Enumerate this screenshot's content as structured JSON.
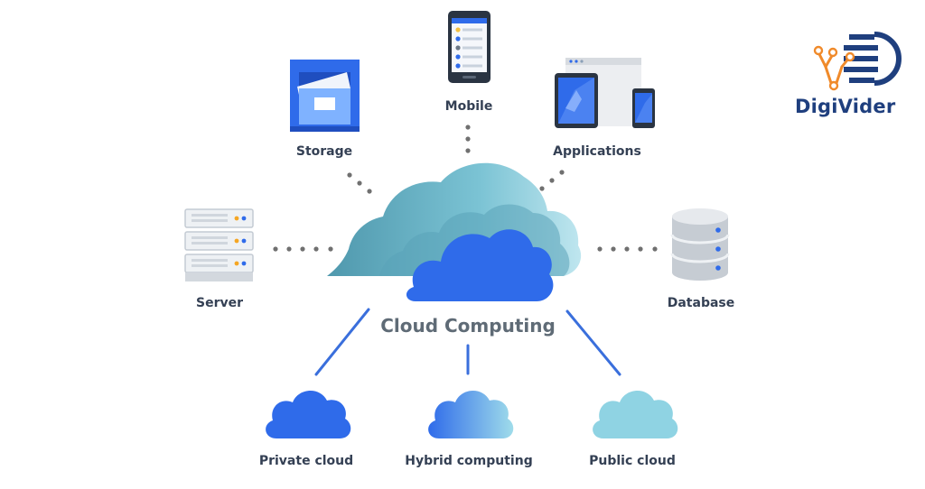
{
  "brand": {
    "name": "DigiVider"
  },
  "hub": {
    "label": "Cloud Computing"
  },
  "nodes": {
    "mobile": "Mobile",
    "storage": "Storage",
    "applications": "Applications",
    "server": "Server",
    "database": "Database"
  },
  "cloud_types": {
    "private": "Private cloud",
    "hybrid": "Hybrid computing",
    "public": "Public cloud"
  },
  "colors": {
    "primary_blue": "#2f6bea",
    "teal": "#6fb7c8",
    "light_teal": "#9fd8e6",
    "connector": "#707070",
    "line": "#3a6fdc",
    "brand_orange": "#f08a2a",
    "brand_navy": "#1f3f7e"
  }
}
